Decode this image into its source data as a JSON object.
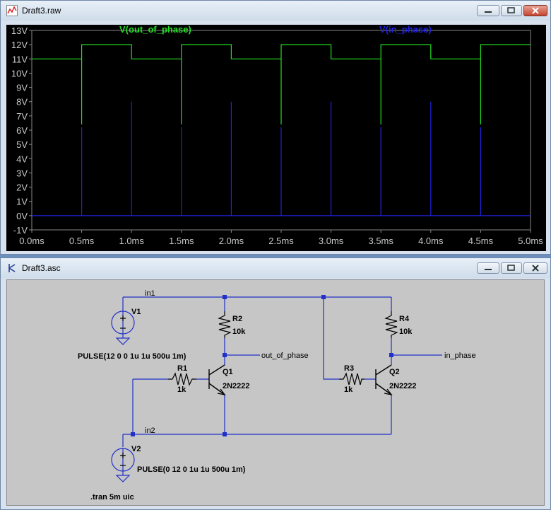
{
  "waveform_window": {
    "title": "Draft3.raw",
    "icon": "waveform-icon",
    "traces": [
      {
        "label": "V(out_of_phase)",
        "color": "#22dd22"
      },
      {
        "label": "V(in_phase)",
        "color": "#2222dd"
      }
    ]
  },
  "chart_data": {
    "type": "line",
    "xlim": [
      0,
      5.0
    ],
    "ylim": [
      -1,
      13
    ],
    "x_ticks": [
      "0.0ms",
      "0.5ms",
      "1.0ms",
      "1.5ms",
      "2.0ms",
      "2.5ms",
      "3.0ms",
      "3.5ms",
      "4.0ms",
      "4.5ms",
      "5.0ms"
    ],
    "y_ticks": [
      "13V",
      "12V",
      "11V",
      "10V",
      "9V",
      "8V",
      "7V",
      "6V",
      "5V",
      "4V",
      "3V",
      "2V",
      "1V",
      "0V",
      "-1V"
    ],
    "grid": false,
    "series": [
      {
        "name": "V(out_of_phase)",
        "color": "#22dd22",
        "x": [
          0,
          0.5,
          0.5,
          0.5,
          1.0,
          1.0,
          1.5,
          1.5,
          1.5,
          2.0,
          2.0,
          2.5,
          2.5,
          2.5,
          3.0,
          3.0,
          3.5,
          3.5,
          3.5,
          4.0,
          4.0,
          4.5,
          4.5,
          4.5,
          5.0
        ],
        "y": [
          11,
          11,
          6.4,
          12,
          12,
          11,
          11,
          6.4,
          12,
          12,
          11,
          11,
          6.4,
          12,
          12,
          11,
          11,
          6.4,
          12,
          12,
          11,
          11,
          6.4,
          12,
          12
        ]
      },
      {
        "name": "V(in_phase)",
        "color": "#2222dd",
        "x": [
          0,
          0.5,
          0.5,
          0.5,
          1.0,
          1.0,
          1.0,
          1.5,
          1.5,
          1.5,
          2.0,
          2.0,
          2.0,
          2.5,
          2.5,
          2.5,
          3.0,
          3.0,
          3.0,
          3.5,
          3.5,
          3.5,
          4.0,
          4.0,
          4.0,
          4.5,
          4.5,
          4.5,
          5.0
        ],
        "y": [
          0,
          0,
          6.2,
          0,
          0,
          8.0,
          0,
          0,
          6.2,
          0,
          0,
          8.0,
          0,
          0,
          6.2,
          0,
          0,
          8.0,
          0,
          0,
          6.2,
          0,
          0,
          8.0,
          0,
          0,
          6.2,
          0,
          0
        ]
      }
    ]
  },
  "schematic_window": {
    "title": "Draft3.asc",
    "icon": "schematic-icon",
    "labels": {
      "in1": "in1",
      "in2": "in2",
      "v1": "V1",
      "v2": "V2",
      "v1_value": "PULSE(12 0 0 1u 1u 500u 1m)",
      "v2_value": "PULSE(0 12 0 1u 1u 500u 1m)",
      "r1": "R1",
      "r1_value": "1k",
      "r2": "R2",
      "r2_value": "10k",
      "r3": "R3",
      "r3_value": "1k",
      "r4": "R4",
      "r4_value": "10k",
      "q1": "Q1",
      "q1_model": "2N2222",
      "q2": "Q2",
      "q2_model": "2N2222",
      "out_of_phase": "out_of_phase",
      "in_phase": "in_phase",
      "directive": ".tran 5m uic"
    }
  }
}
